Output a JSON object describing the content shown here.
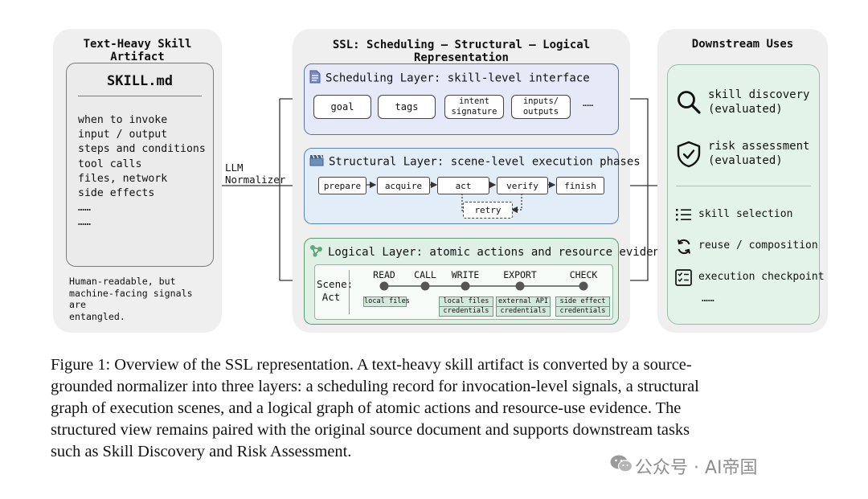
{
  "left_panel": {
    "title": "Text-Heavy Skill Artifact",
    "doc_title": "SKILL.md",
    "doc_lines": [
      "when to invoke",
      "input / output",
      "steps and conditions",
      "tool calls",
      "files, network",
      "side effects",
      "……",
      "……"
    ],
    "note_lines": [
      "Human-readable, but",
      "machine-facing signals are",
      "entangled."
    ]
  },
  "normalizer_label": [
    "LLM",
    "Normalizer"
  ],
  "center_panel": {
    "title": "SSL: Scheduling – Structural – Logical Representation",
    "scheduling": {
      "title": "Scheduling Layer: skill-level interface",
      "chips": [
        [
          "goal"
        ],
        [
          "tags"
        ],
        [
          "intent",
          "signature"
        ],
        [
          "inputs/",
          "outputs"
        ]
      ],
      "more": "……"
    },
    "structural": {
      "title": "Structural Layer: scene-level execution phases",
      "phases": [
        "prepare",
        "acquire",
        "act",
        "verify",
        "finish"
      ],
      "retry": "retry"
    },
    "logical": {
      "title": "Logical Layer: atomic actions and resource evidence",
      "scene_label": [
        "Scene:",
        "Act"
      ],
      "actions": [
        "READ",
        "CALL",
        "WRITE",
        "EXPORT",
        "CHECK"
      ],
      "resources": [
        [
          "local files"
        ],
        [],
        [
          "local files",
          "credentials"
        ],
        [
          "external API",
          "credentials"
        ],
        [
          "side effect",
          "credentials"
        ]
      ]
    }
  },
  "right_panel": {
    "title": "Downstream Uses",
    "evaluated": [
      {
        "icon": "search-icon",
        "lines": [
          "skill discovery",
          "(evaluated)"
        ]
      },
      {
        "icon": "shield-check-icon",
        "lines": [
          "risk assessment",
          "(evaluated)"
        ]
      }
    ],
    "others": [
      {
        "icon": "list-icon",
        "label": "skill selection"
      },
      {
        "icon": "cycle-icon",
        "label": "reuse / composition"
      },
      {
        "icon": "checklist-icon",
        "label": "execution checkpoint"
      }
    ],
    "more": "……"
  },
  "caption_lines": [
    "Figure 1: Overview of the SSL representation. A text-heavy skill artifact is converted by a source-",
    "grounded normalizer into three layers: a scheduling record for invocation-level signals, a structural",
    "graph of execution scenes, and a logical graph of atomic actions and resource-use evidence. The",
    "structured view remains paired with the original source document and supports downstream tasks",
    "such as Skill Discovery and Risk Assessment."
  ],
  "watermark": "公众号 · AI帝国",
  "colors": {
    "panel_bg": "#efefef",
    "scheduling_fill": "#e6e9f7",
    "scheduling_border": "#5f6fa8",
    "structural_fill": "#e2edf7",
    "structural_border": "#5c86b0",
    "logical_fill": "#dff0e5",
    "logical_border": "#5f9a78",
    "downstream_fill": "#e4f3e9"
  }
}
